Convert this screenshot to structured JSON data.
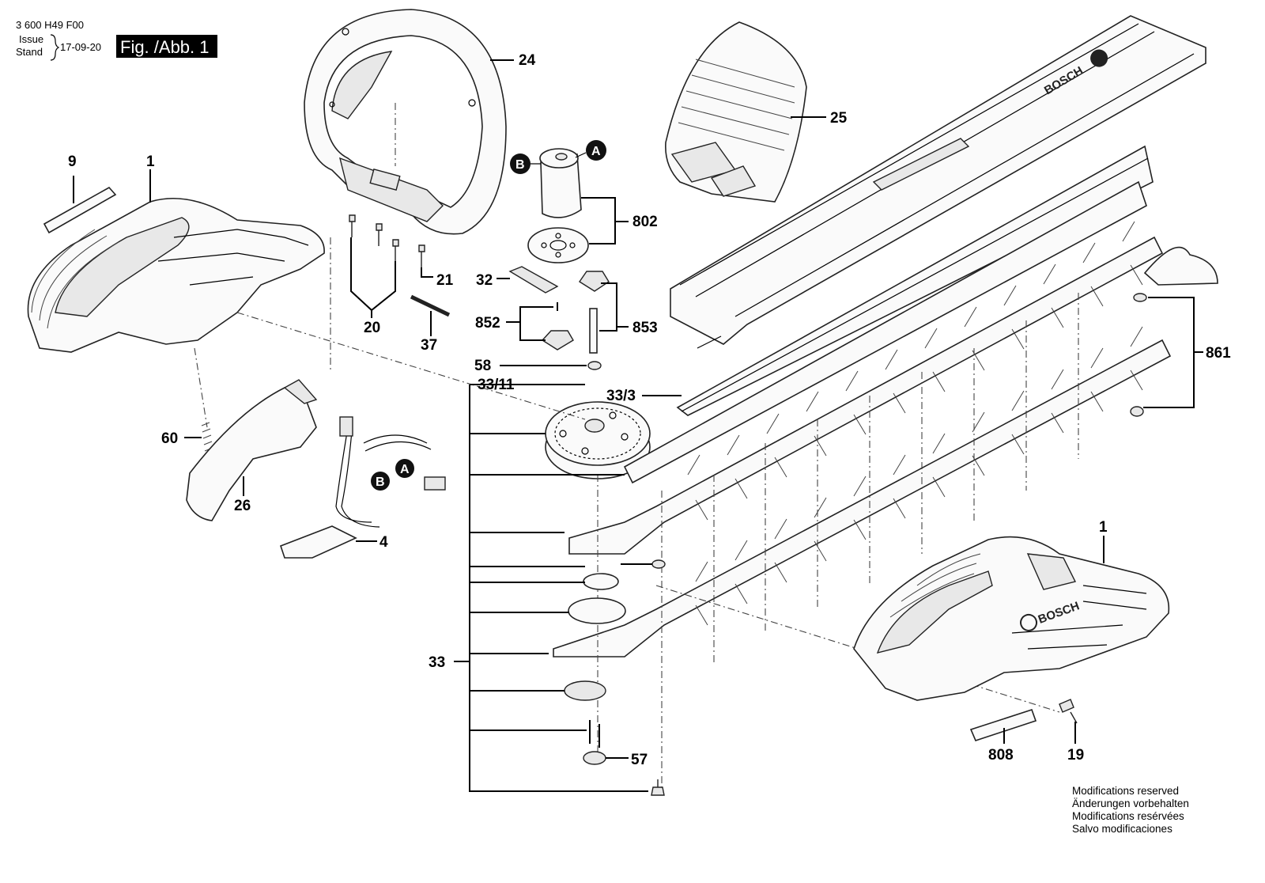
{
  "header": {
    "drawing_number": "3 600 H49 F00",
    "issue_label_en": "Issue",
    "issue_label_de": "Stand",
    "issue_date": "17-09-20",
    "figure_label": "Fig. /Abb. 1"
  },
  "badges": {
    "a": "A",
    "b": "B"
  },
  "brand": {
    "logo_text": "BOSCH"
  },
  "parts": {
    "p1": "1",
    "p1b": "1",
    "p4": "4",
    "p9": "9",
    "p19": "19",
    "p20": "20",
    "p21": "21",
    "p24": "24",
    "p25": "25",
    "p26": "26",
    "p32": "32",
    "p33": "33",
    "p33_3": "33/3",
    "p33_11": "33/11",
    "p37": "37",
    "p57": "57",
    "p58": "58",
    "p60": "60",
    "p802": "802",
    "p808": "808",
    "p852": "852",
    "p853": "853",
    "p861": "861"
  },
  "footer_notes": {
    "en": "Modifications reserved",
    "de": "Änderungen vorbehalten",
    "fr": "Modifications resérvées",
    "es": "Salvo modificaciones"
  }
}
